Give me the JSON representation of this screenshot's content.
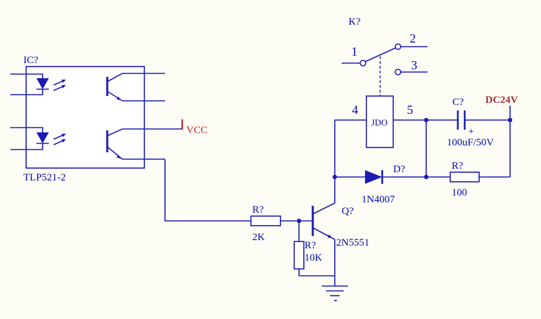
{
  "colors": {
    "wire": "#1b1bb4",
    "label": "#0008b0",
    "vcc_red": "#cc2222",
    "dc_red": "#a03434",
    "background": "#fdfdf6"
  },
  "optocoupler": {
    "designator": "IC?",
    "part": "TLP521-2"
  },
  "power": {
    "vcc_label": "VCC",
    "dc_label": "DC24V"
  },
  "switch": {
    "designator": "K?",
    "contacts": {
      "c1": "1",
      "c2": "2",
      "c3": "3"
    }
  },
  "relay_coil": {
    "name": "JDO",
    "pin_left": "4",
    "pin_right": "5"
  },
  "capacitor": {
    "designator": "C?",
    "value": "100uF/50V",
    "polarity_mark": "+"
  },
  "diode": {
    "designator": "D?",
    "part": "1N4007"
  },
  "transistor": {
    "designator": "Q?",
    "part": "2N5551"
  },
  "resistors": {
    "base": {
      "designator": "R?",
      "value": "2K"
    },
    "pulldown": {
      "designator": "R?",
      "value": "10K"
    },
    "load": {
      "designator": "R?",
      "value": "100"
    }
  }
}
